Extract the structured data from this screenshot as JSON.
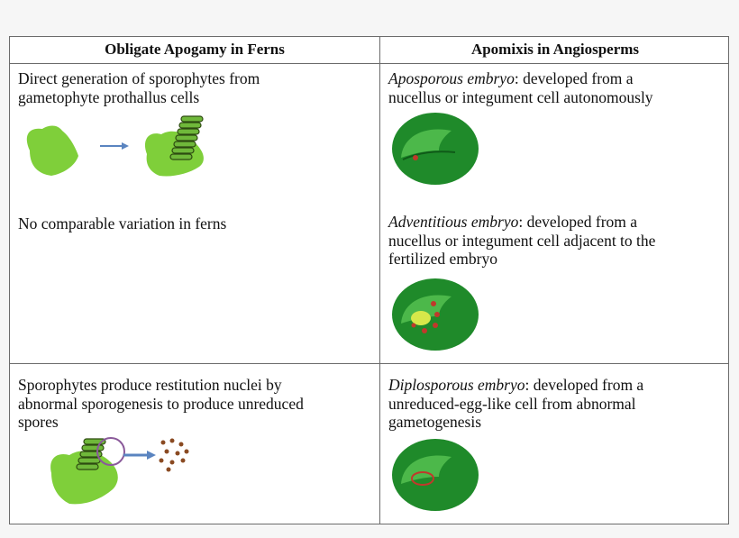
{
  "table": {
    "headers": [
      "Obligate Apogamy in Ferns",
      "Apomixis in Angiosperms"
    ],
    "rows": [
      {
        "ferns": [
          "Direct generation of sporophytes from",
          "gametophyte prothallus cells"
        ],
        "angio_term": "Aposporous embryo",
        "angio": [
          ": developed from a",
          "nucellus or integument cell autonomously"
        ]
      },
      {
        "ferns": [
          "No comparable variation in ferns"
        ],
        "angio_term": "Adventitious embryo",
        "angio": [
          ": developed from a",
          "nucellus or integument cell adjacent to the",
          "fertilized embryo"
        ]
      },
      {
        "ferns": [
          "Sporophytes produce restitution nuclei by",
          "abnormal sporogenesis to produce unreduced",
          "spores"
        ],
        "angio_term": "Diplosporous embryo",
        "angio": [
          ": developed from a",
          "unreduced-egg-like cell from abnormal",
          "gametogenesis"
        ]
      }
    ]
  },
  "colors": {
    "prothallus_green": "#7fcf3a",
    "ovule_dark_green": "#1f8a2a",
    "ovule_light_green": "#4cb84a",
    "arrow_blue": "#5a84c0",
    "spore_brown": "#8a4a22",
    "embryo_red": "#c0392b",
    "embryo_yellow": "#d6e84a"
  }
}
